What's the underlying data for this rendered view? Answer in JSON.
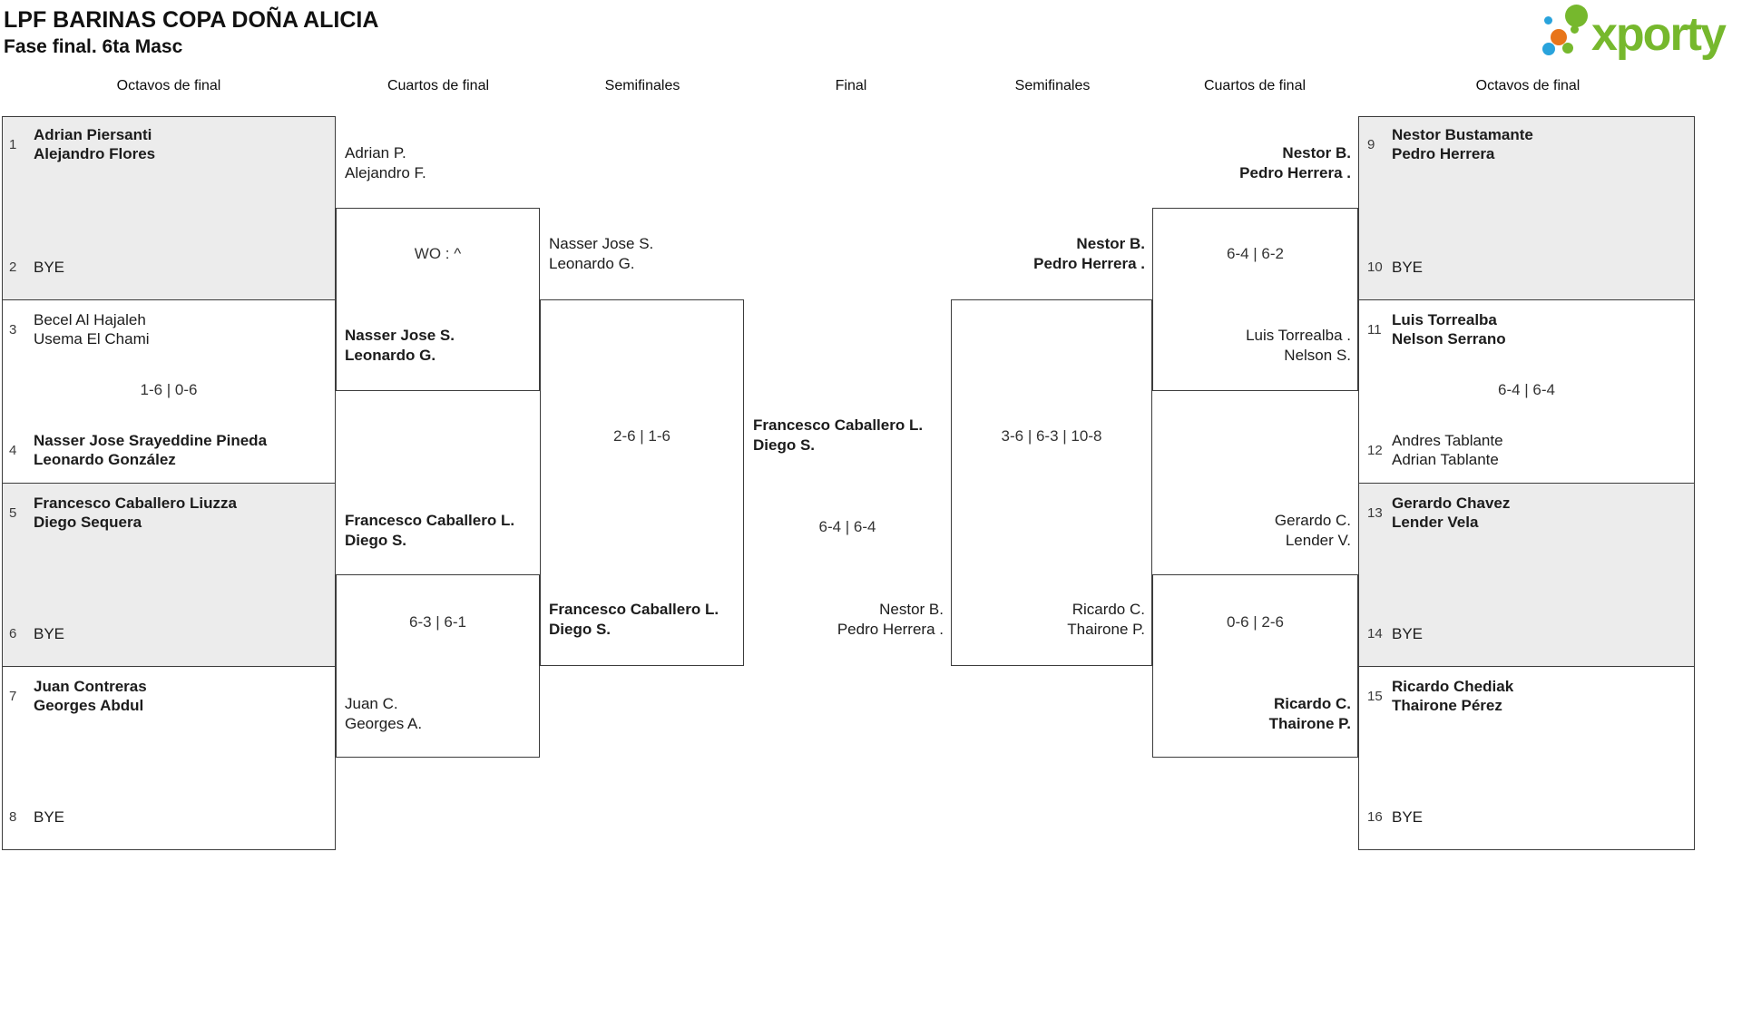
{
  "title": "LPF BARINAS COPA DOÑA ALICIA",
  "subtitle": "Fase final. 6ta Masc",
  "logo": {
    "brand": "xporty",
    "green": "#76b82d",
    "blue": "#29a3dc",
    "orange": "#e8751a"
  },
  "rounds": {
    "oct": "Octavos de final",
    "qf": "Cuartos de final",
    "sf": "Semifinales",
    "final": "Final"
  },
  "colors": {
    "box_gray": "#ececec",
    "box_border": "#3c3c3c"
  },
  "octavos": [
    {
      "seed": "1",
      "name": "Adrian Piersanti\nAlejandro Flores"
    },
    {
      "seed": "2",
      "name": "BYE"
    },
    {
      "seed": "3",
      "name": "Becel Al Hajaleh\nUsema El Chami"
    },
    {
      "seed": "4",
      "name": "Nasser Jose Srayeddine Pineda\nLeonardo González"
    },
    {
      "seed": "5",
      "name": "Francesco Caballero Liuzza\nDiego Sequera"
    },
    {
      "seed": "6",
      "name": "BYE"
    },
    {
      "seed": "7",
      "name": "Juan Contreras\nGeorges Abdul"
    },
    {
      "seed": "8",
      "name": "BYE"
    },
    {
      "seed": "9",
      "name": "Nestor Bustamante\nPedro Herrera"
    },
    {
      "seed": "10",
      "name": "BYE"
    },
    {
      "seed": "11",
      "name": "Luis Torrealba\nNelson Serrano"
    },
    {
      "seed": "12",
      "name": "Andres Tablante\nAdrian Tablante"
    },
    {
      "seed": "13",
      "name": "Gerardo Chavez\nLender Vela"
    },
    {
      "seed": "14",
      "name": "BYE"
    },
    {
      "seed": "15",
      "name": "Ricardo Chediak\nThairone Pérez"
    },
    {
      "seed": "16",
      "name": "BYE"
    }
  ],
  "oct_scores": {
    "left": "1-6 | 0-6",
    "right": "6-4 | 6-4"
  },
  "qf": {
    "left": [
      {
        "top": "Adrian P.\nAlejandro F.",
        "bottom": "Nasser Jose S.\nLeonardo G.",
        "score": "WO : ^"
      },
      {
        "top": "Francesco Caballero L.\nDiego S.",
        "bottom": "Juan C.\nGeorges A.",
        "score": "6-3 | 6-1"
      }
    ],
    "right": [
      {
        "top": "Nestor B.\nPedro Herrera .",
        "bottom": "Luis Torrealba .\nNelson S.",
        "score": "6-4 | 6-2"
      },
      {
        "top": "Gerardo C.\nLender V.",
        "bottom": "Ricardo C.\nThairone P.",
        "score": "0-6 | 2-6"
      }
    ]
  },
  "sf": {
    "left": {
      "top": "Nasser Jose S.\nLeonardo G.",
      "bottom": "Francesco Caballero L.\nDiego S.",
      "score": "2-6 | 1-6"
    },
    "right": {
      "top": "Nestor B.\nPedro Herrera .",
      "bottom": "Ricardo C.\nThairone P.",
      "score": "3-6 | 6-3 | 10-8"
    }
  },
  "final": {
    "left": "Francesco Caballero L.\nDiego S.",
    "right": "Nestor B.\nPedro Herrera .",
    "score": "6-4 | 6-4"
  }
}
